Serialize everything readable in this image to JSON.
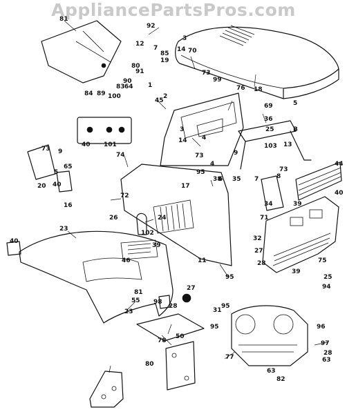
{
  "watermark": "AppliancePartsPros.com",
  "callouts": [
    "81",
    "92",
    "3",
    "12",
    "7",
    "14",
    "70",
    "85",
    "19",
    "73",
    "80",
    "91",
    "90",
    "83",
    "84",
    "89",
    "100",
    "64",
    "1",
    "99",
    "18",
    "2",
    "45",
    "76",
    "69",
    "5",
    "40",
    "101",
    "3",
    "14",
    "4",
    "36",
    "25",
    "B",
    "103",
    "13",
    "9",
    "73",
    "4",
    "73",
    "74",
    "73",
    "9",
    "65",
    "5",
    "20",
    "40",
    "16",
    "95",
    "6",
    "35",
    "7",
    "8",
    "44",
    "17",
    "38",
    "34",
    "72",
    "26",
    "39",
    "40",
    "71",
    "24",
    "23",
    "102",
    "32",
    "40",
    "39",
    "27",
    "28",
    "11",
    "75",
    "39",
    "46",
    "81",
    "55",
    "25",
    "94",
    "95",
    "23",
    "98",
    "27",
    "28",
    "78",
    "31",
    "95",
    "95",
    "96",
    "97",
    "28",
    "63",
    "50",
    "80",
    "77",
    "63",
    "82"
  ]
}
